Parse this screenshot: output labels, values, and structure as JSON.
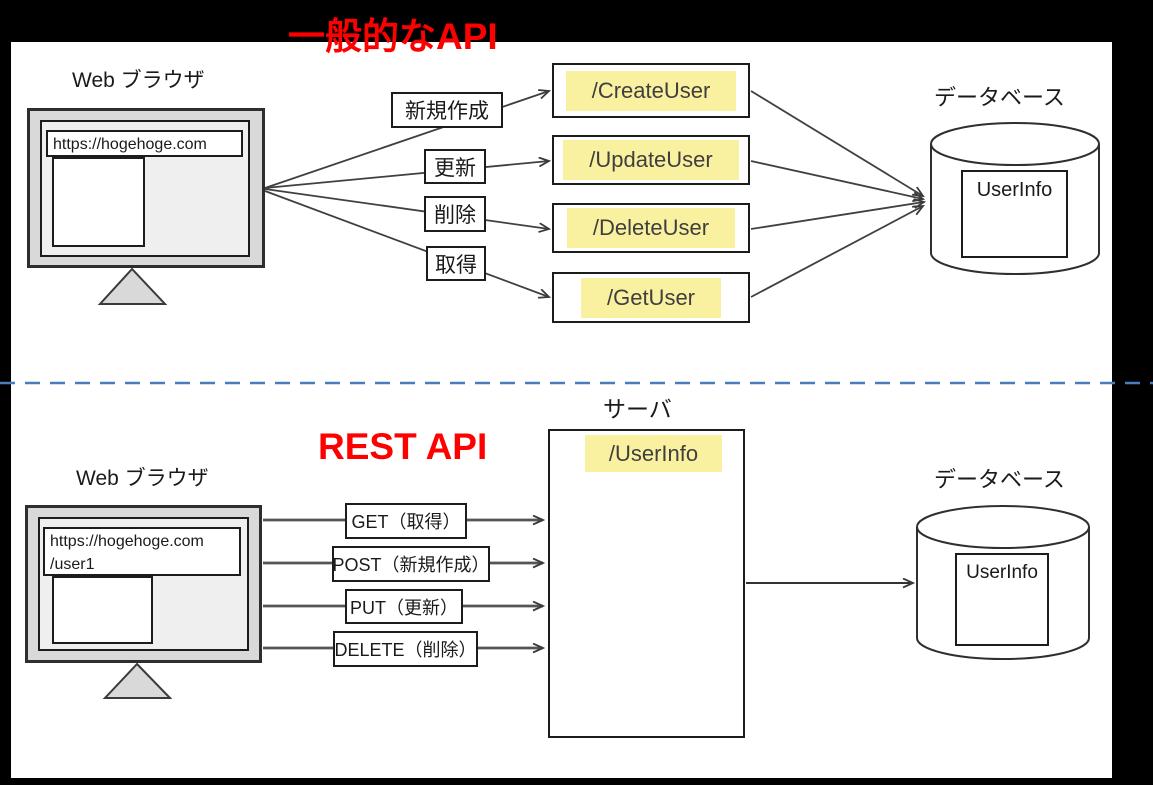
{
  "top_diagram": {
    "title": "一般的なAPI",
    "browser_label": "Web ブラウザ",
    "browser_url": "https://hogehoge.com",
    "actions": [
      "新規作成",
      "更新",
      "削除",
      "取得"
    ],
    "endpoints": [
      "/CreateUser",
      "/UpdateUser",
      "/DeleteUser",
      "/GetUser"
    ],
    "database_label": "データベース",
    "database_table": "UserInfo"
  },
  "bottom_diagram": {
    "title": "REST API",
    "browser_label": "Web ブラウザ",
    "browser_url_line1": "https://hogehoge.com",
    "browser_url_line2": "/user1",
    "methods": [
      "GET（取得）",
      "POST（新規作成）",
      "PUT（更新）",
      "DELETE（削除）"
    ],
    "server_label": "サーバ",
    "server_endpoint": "/UserInfo",
    "database_label": "データベース",
    "database_table": "UserInfo"
  },
  "colors": {
    "title_red": "#ff0000",
    "highlight_yellow": "#faf1a0",
    "separator_blue": "#4a7ebb",
    "monitor_gray": "#d9d9d9"
  }
}
